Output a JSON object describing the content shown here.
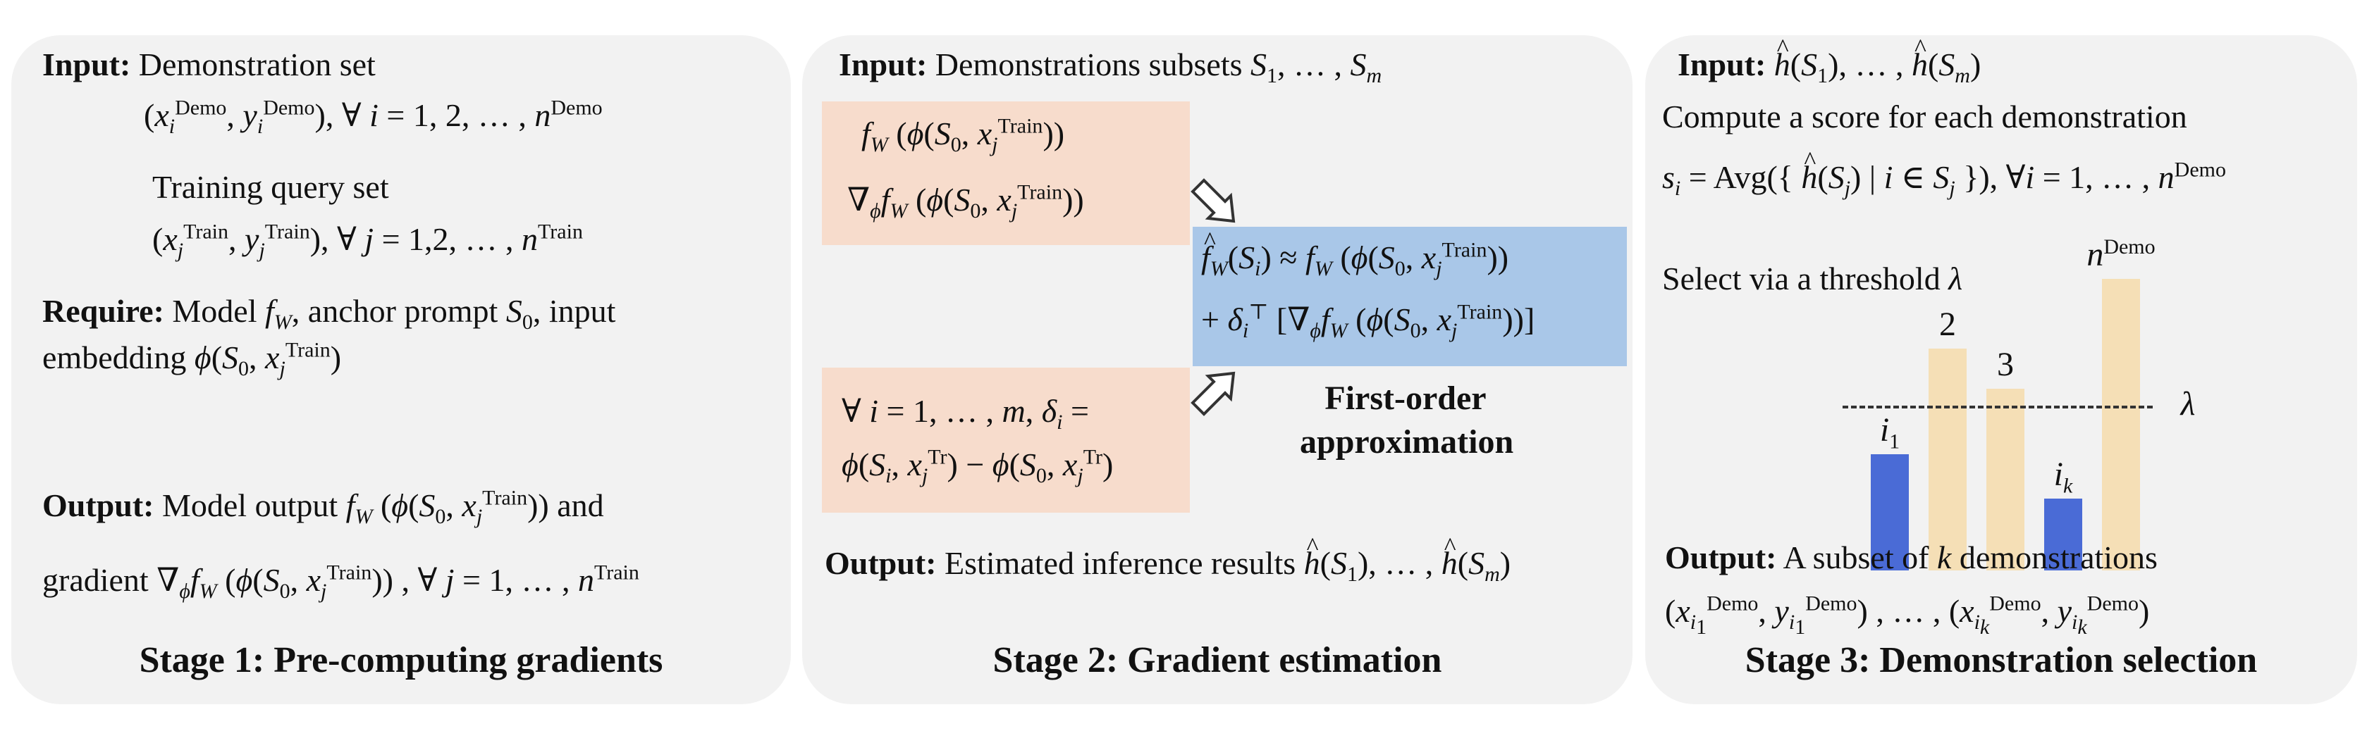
{
  "stage1": {
    "input_label": "Input:",
    "input_text": "Demonstration set",
    "demo_formula": "(x_i^Demo, y_i^Demo), ∀ i = 1, 2, …, n^Demo",
    "training_text": "Training query set",
    "train_formula": "(x_j^Train, y_j^Train), ∀ j = 1,2, …, n^Train",
    "require_label": "Require:",
    "require_text_1": "Model f_W, anchor prompt S_0, input",
    "require_text_2": "embedding ϕ(S_0, x_j^Train)",
    "output_label": "Output:",
    "output_text_1": "Model output f_W(ϕ(S_0, x_j^Train)) and",
    "output_text_2": "gradient ∇_ϕ f_W(ϕ(S_0, x_j^Train)), ∀ j = 1, …, n^Train",
    "caption": "Stage 1: Pre-computing gradients"
  },
  "stage2": {
    "input_label": "Input:",
    "input_text": "Demonstrations subsets S_1, …, S_m",
    "box1_line1": "f_W(ϕ(S_0, x_j^Train))",
    "box1_line2": "∇_ϕ f_W(ϕ(S_0, x_j^Train))",
    "box2_line1": "∀ i = 1, …, m, δ_i =",
    "box2_line2": "ϕ(S_i, x_j^Tr) − ϕ(S_0, x_j^Tr)",
    "approx_line1": "f̂_W(S_i) ≈ f_W(ϕ(S_0, x_j^Train))",
    "approx_line2": "+ δ_i^T [∇_ϕ f_W(ϕ(S_0, x_j^Train))]",
    "approx_caption_1": "First-order",
    "approx_caption_2": "approximation",
    "output_label": "Output:",
    "output_text": "Estimated inference results ĥ(S_1), …, ĥ(S_m)",
    "caption": "Stage 2: Gradient estimation"
  },
  "stage3": {
    "input_label": "Input:",
    "input_text": "ĥ(S_1), …, ĥ(S_m)",
    "compute_text": "Compute a score for each demonstration",
    "score_formula": "s_i = Avg({ ĥ(S_j) | i ∈ S_j }), ∀i = 1, …, n^Demo",
    "select_text": "Select via a threshold λ",
    "output_label": "Output:",
    "output_text": "A subset of k demonstrations",
    "output_formula": "(x_{i_1}^Demo, y_{i_1}^Demo) , …, (x_{i_k}^Demo, y_{i_k}^Demo)",
    "caption": "Stage 3: Demonstration selection"
  },
  "chart_data": {
    "type": "bar",
    "categories": [
      "i_1",
      "2",
      "3",
      "i_k",
      "n^Demo"
    ],
    "values": [
      0.55,
      1.05,
      0.86,
      0.34,
      1.38
    ],
    "selected": [
      true,
      false,
      false,
      true,
      false
    ],
    "threshold_label": "λ",
    "threshold": 0.78,
    "colors": {
      "selected": "#4a6bd6",
      "unselected": "#f5dfb6"
    }
  }
}
